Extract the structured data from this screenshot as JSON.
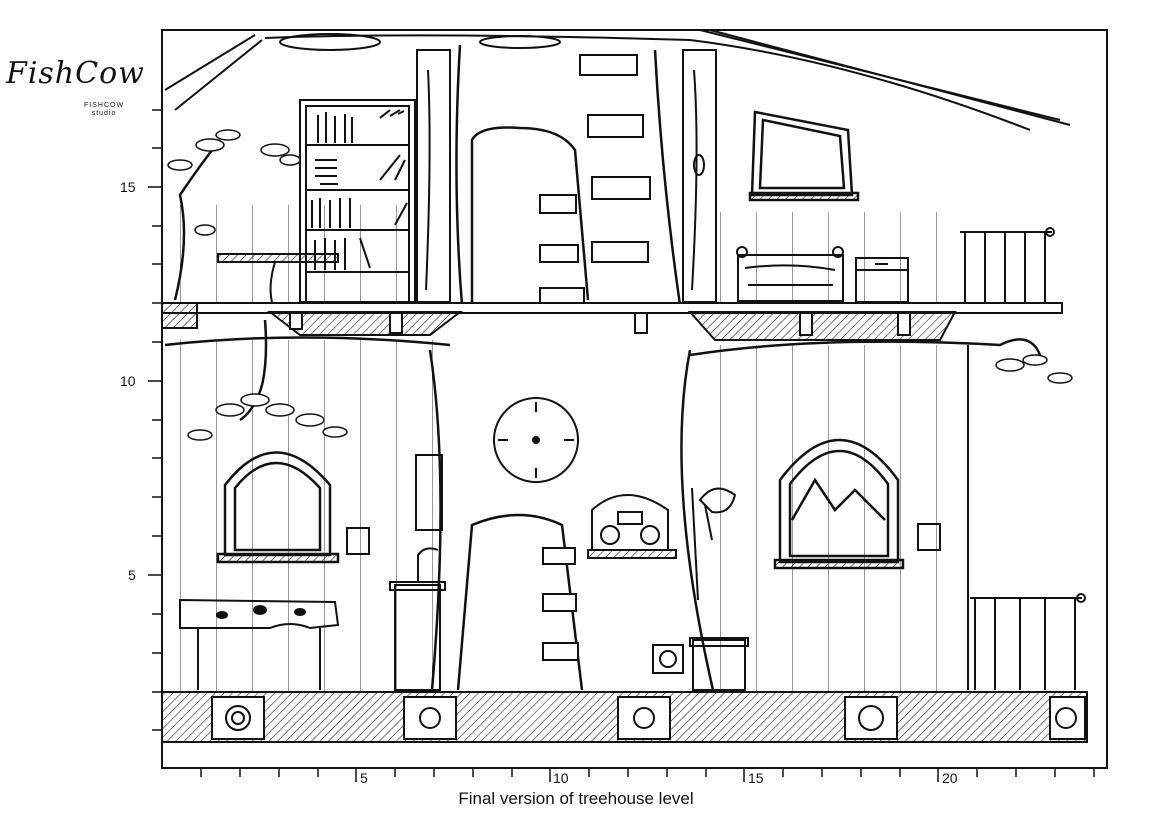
{
  "logo": {
    "wordmark": "FishCow",
    "studio_line_1": "FISHCOW",
    "studio_line_2": "studio"
  },
  "caption": "Final version of treehouse level",
  "axes": {
    "y_ticks": [
      "15",
      "10",
      "5"
    ],
    "x_ticks": [
      "5",
      "10",
      "15",
      "20"
    ]
  }
}
